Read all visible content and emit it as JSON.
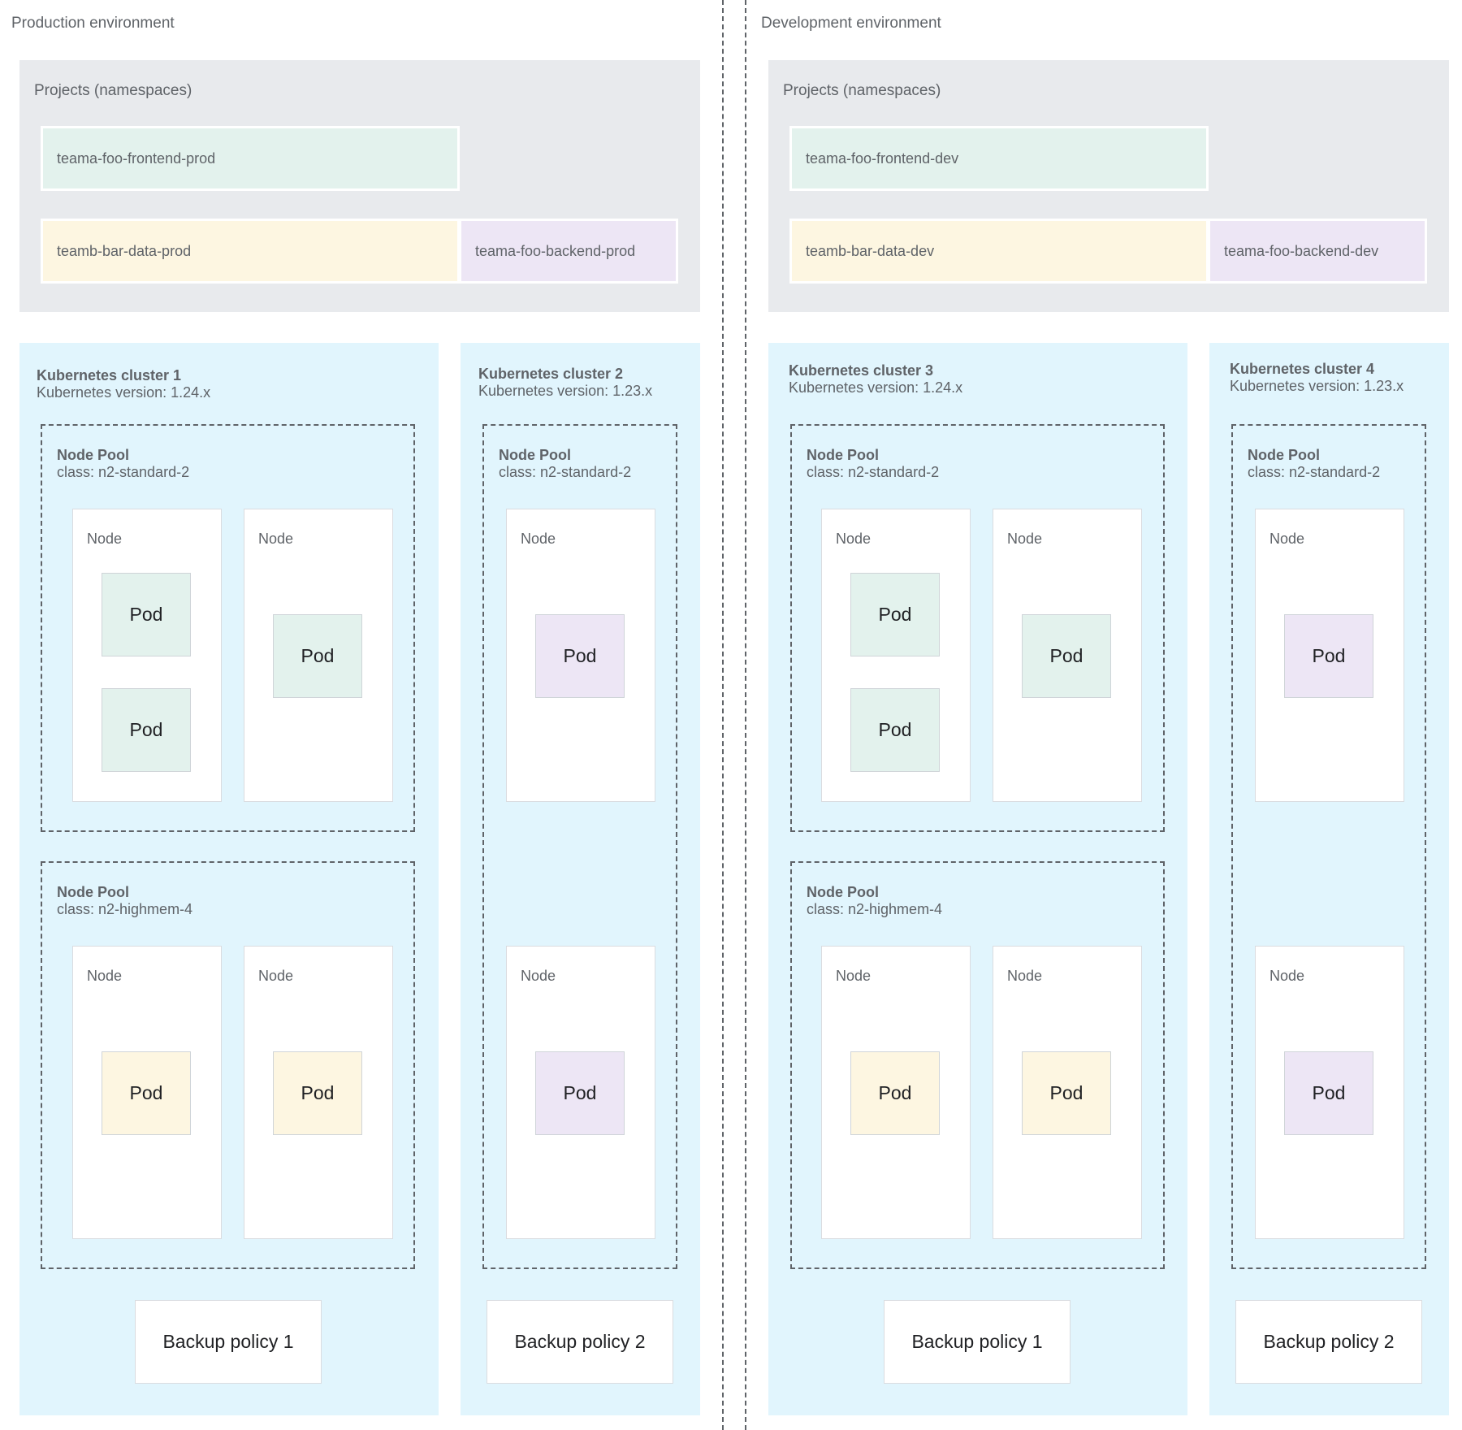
{
  "colors": {
    "projects_bg": "#e8eaed",
    "cluster_bg": "#e1f5fd",
    "frontend_green": "#e3f2ed",
    "data_yellow": "#fdf6e1",
    "backend_purple": "#ede6f5",
    "text_gray": "#5f6368"
  },
  "production": {
    "label": "Production environment",
    "projects_label": "Projects (namespaces)",
    "namespaces": {
      "frontend": "teama-foo-frontend-prod",
      "data": "teamb-bar-data-prod",
      "backend": "teama-foo-backend-prod"
    }
  },
  "development": {
    "label": "Development environment",
    "projects_label": "Projects (namespaces)",
    "namespaces": {
      "frontend": "teama-foo-frontend-dev",
      "data": "teamb-bar-data-dev",
      "backend": "teama-foo-backend-dev"
    }
  },
  "clusters": [
    {
      "title": "Kubernetes cluster 1",
      "version": "Kubernetes version: 1.24.x",
      "backup": "Backup policy 1"
    },
    {
      "title": "Kubernetes cluster 2",
      "version": "Kubernetes version: 1.23.x",
      "backup": "Backup policy 2"
    },
    {
      "title": "Kubernetes cluster 3",
      "version": "Kubernetes version: 1.24.x",
      "backup": "Backup policy 1"
    },
    {
      "title": "Kubernetes cluster 4",
      "version": "Kubernetes version: 1.23.x",
      "backup": "Backup policy 2"
    }
  ],
  "labels": {
    "node_pool": "Node Pool",
    "class_standard": "class: n2-standard-2",
    "class_highmem": "class: n2-highmem-4",
    "node": "Node",
    "pod": "Pod"
  }
}
